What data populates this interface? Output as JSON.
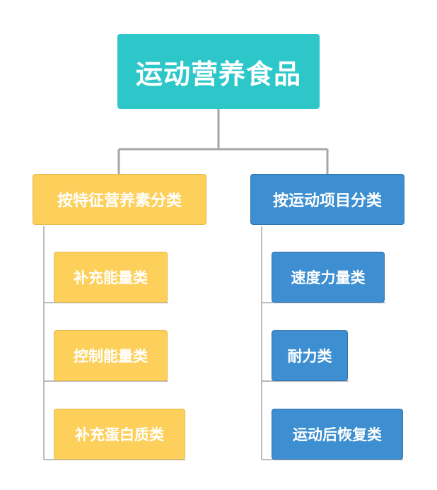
{
  "root": {
    "label": "运动营养食品"
  },
  "categories": [
    {
      "label": "按特征营养素分类",
      "children": [
        "补充能量类",
        "控制能量类",
        "补充蛋白质类"
      ]
    },
    {
      "label": "按运动项目分类",
      "children": [
        "速度力量类",
        "耐力类",
        "运动后恢复类"
      ]
    }
  ],
  "colors": {
    "root": "#2ec7c9",
    "yellow": "#fdd05c",
    "blue": "#3d8fd1",
    "connector": "#a6a6a6"
  }
}
